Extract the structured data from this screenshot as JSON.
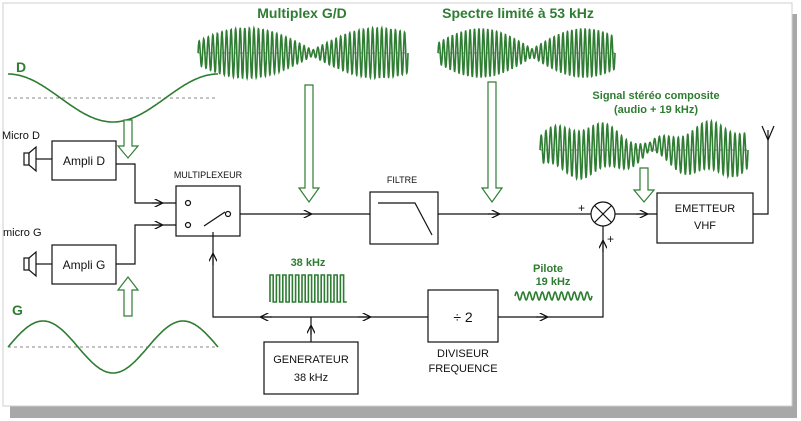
{
  "title_multiplex": "Multiplex G/D",
  "title_spectre": "Spectre limité à 53 kHz",
  "signal_label_d": "D",
  "signal_label_g": "G",
  "signal_composite_line1": "Signal stéréo composite",
  "signal_composite_line2": "(audio + 19 kHz)",
  "subcarrier_label": "38 kHz",
  "pilot_label_line1": "Pilote",
  "pilot_label_line2": "19 kHz",
  "micro_d": "Micro D",
  "micro_g": "micro G",
  "ampli_d": "Ampli D",
  "ampli_g": "Ampli G",
  "multiplexeur": "MULTIPLEXEUR",
  "filtre": "FILTRE",
  "emetteur_line1": "EMETTEUR",
  "emetteur_line2": "VHF",
  "generateur_line1": "GENERATEUR",
  "generateur_line2": "38 kHz",
  "diviseur_symbol": "÷ 2",
  "diviseur_line1": "DIVISEUR",
  "diviseur_line2": "FREQUENCE",
  "plus_top": "+",
  "plus_bottom": "+",
  "colors": {
    "accent_green": "#2e7d32",
    "line": "#111111",
    "shadow": "#a0a0a0"
  }
}
